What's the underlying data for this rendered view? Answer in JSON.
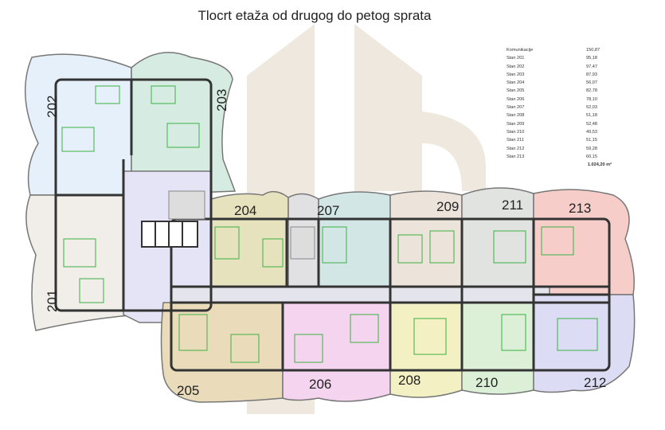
{
  "title": "Tlocrt etaža od drugog do petog sprata",
  "units": {
    "u201": "201",
    "u202": "202",
    "u203": "203",
    "u204": "204",
    "u205": "205",
    "u206": "206",
    "u207": "207",
    "u208": "208",
    "u209": "209",
    "u210": "210",
    "u211": "211",
    "u212": "212",
    "u213": "213"
  },
  "area_table": {
    "rows": [
      {
        "name": "Komunikacije",
        "area": "150,87"
      },
      {
        "name": "Stan 201",
        "area": "95,18"
      },
      {
        "name": "Stan 202",
        "area": "97,47"
      },
      {
        "name": "Stan 203",
        "area": "87,93"
      },
      {
        "name": "Stan 204",
        "area": "56,07"
      },
      {
        "name": "Stan 205",
        "area": "82,78"
      },
      {
        "name": "Stan 206",
        "area": "78,10"
      },
      {
        "name": "Stan 207",
        "area": "52,03"
      },
      {
        "name": "Stan 208",
        "area": "51,18"
      },
      {
        "name": "Stan 209",
        "area": "52,48"
      },
      {
        "name": "Stan 210",
        "area": "49,53"
      },
      {
        "name": "Stan 211",
        "area": "51,15"
      },
      {
        "name": "Stan 212",
        "area": "59,28"
      },
      {
        "name": "Stan 213",
        "area": "60,15"
      }
    ],
    "total": "1.024,20 m²"
  },
  "colors": {
    "u201": "#f1ede8",
    "u202": "#e6f0fb",
    "u203": "#d6ece2",
    "u204": "#e5e2bd",
    "u205": "#eadcba",
    "u206": "#f4d4ee",
    "u207": "#d3e6e6",
    "u208": "#f3f0c4",
    "u209": "#ece3da",
    "u210": "#dcf0d8",
    "u211": "#e1e3e1",
    "u212": "#dcdcf4",
    "u213": "#f6cdc8",
    "communications": "#e4e4f6",
    "watermark": "#ece4da"
  }
}
